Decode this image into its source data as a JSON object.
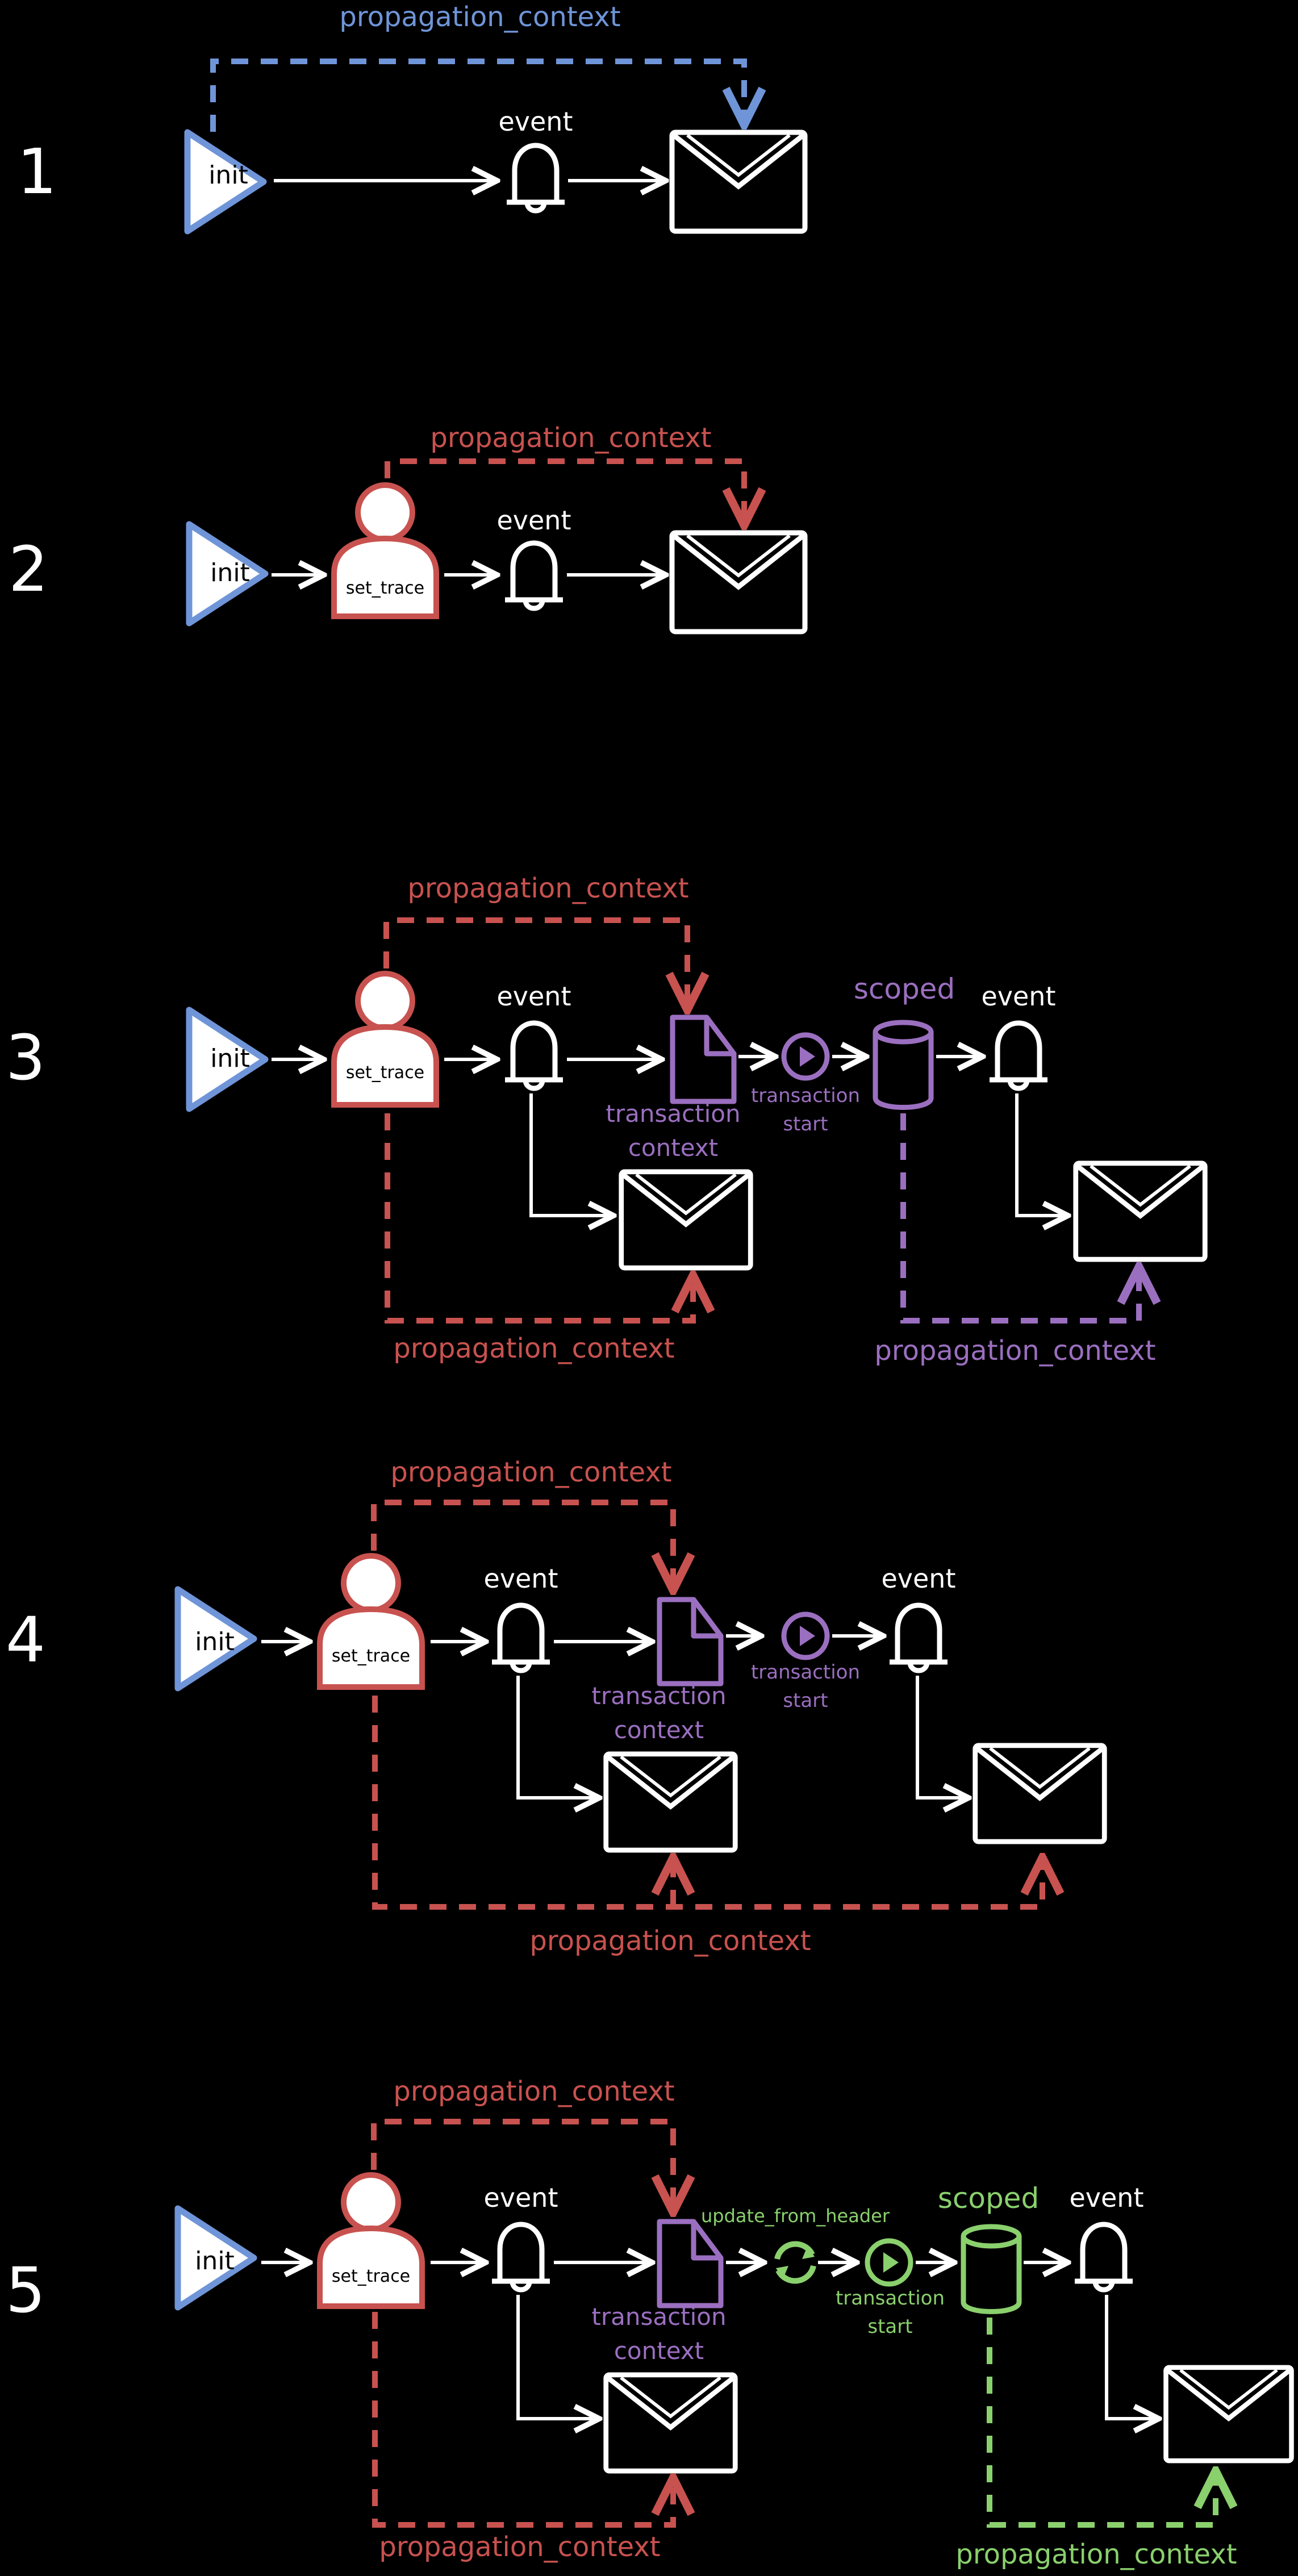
{
  "colors": {
    "background": "#000000",
    "white": "#ffffff",
    "blue": "#6f95d8",
    "red": "#c8524f",
    "purple": "#9b6fc0",
    "green": "#8ad06d"
  },
  "icons": [
    "init-triangle-icon",
    "person-icon",
    "bell-icon",
    "envelope-icon",
    "document-icon",
    "play-circle-icon",
    "database-cylinder-icon",
    "refresh-cycle-icon"
  ],
  "rows": {
    "r1": {
      "number": "1",
      "init": "init",
      "event": "event",
      "propagation": "propagation_context"
    },
    "r2": {
      "number": "2",
      "init": "init",
      "set_trace": "set_trace",
      "event": "event",
      "propagation": "propagation_context"
    },
    "r3": {
      "number": "3",
      "init": "init",
      "set_trace": "set_trace",
      "event": "event",
      "propagation_top": "propagation_context",
      "transaction_context_1": "transaction",
      "transaction_context_2": "context",
      "transaction_start_1": "transaction",
      "transaction_start_2": "start",
      "scoped": "scoped",
      "event2": "event",
      "propagation_bottom": "propagation_context",
      "propagation_scoped": "propagation_context"
    },
    "r4": {
      "number": "4",
      "init": "init",
      "set_trace": "set_trace",
      "event": "event",
      "propagation_top": "propagation_context",
      "transaction_context_1": "transaction",
      "transaction_context_2": "context",
      "transaction_start_1": "transaction",
      "transaction_start_2": "start",
      "event2": "event",
      "propagation_bottom": "propagation_context"
    },
    "r5": {
      "number": "5",
      "init": "init",
      "set_trace": "set_trace",
      "event": "event",
      "propagation_top": "propagation_context",
      "update_from_header": "update_from_header",
      "transaction_context_1": "transaction",
      "transaction_context_2": "context",
      "transaction_start_1": "transaction",
      "transaction_start_2": "start",
      "scoped": "scoped",
      "event2": "event",
      "propagation_bottom": "propagation_context",
      "propagation_scoped": "propagation_context"
    }
  }
}
